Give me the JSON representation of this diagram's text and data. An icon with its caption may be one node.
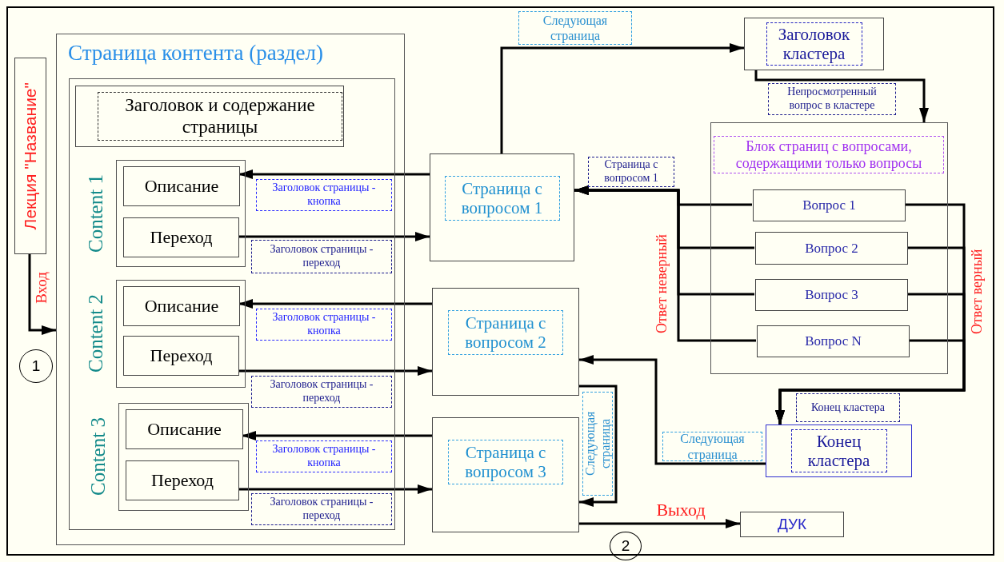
{
  "diagram": {
    "nodes": [
      {
        "text": [
          "Лекция \"Название\""
        ]
      },
      {
        "text": [
          "Страница контента (раздел)"
        ]
      },
      {
        "text": [],
        "shape": "box",
        "in": 1
      },
      {
        "text": [
          "Заголовок и содержание страницы"
        ],
        "in": 2
      },
      {
        "text": [
          "Content 1"
        ],
        "in": 2
      },
      {
        "text": [
          "Описание"
        ],
        "in": 4
      },
      {
        "text": [
          "Переход"
        ],
        "in": 4
      },
      {
        "text": [
          "Content 2"
        ],
        "in": 2
      },
      {
        "text": [
          "Описание"
        ],
        "in": 7
      },
      {
        "text": [
          "Переход"
        ],
        "in": 7
      },
      {
        "text": [
          "Content 3"
        ],
        "in": 2
      },
      {
        "text": [
          "Описание"
        ],
        "in": 10
      },
      {
        "text": [
          "Переход"
        ],
        "in": 10
      },
      {
        "text": [
          "Страница с вопросом 1"
        ]
      },
      {
        "text": [
          "Страница с вопросом 2"
        ]
      },
      {
        "text": [
          "Страница с вопросом 3"
        ]
      },
      {
        "text": [
          "Заголовок кластера"
        ]
      },
      {
        "text": [
          "Блок страниц с вопросами, содержащими только вопросы"
        ]
      },
      {
        "text": [
          "Вопрос 1"
        ],
        "in": 17
      },
      {
        "text": [
          "Вопрос 2"
        ],
        "in": 17
      },
      {
        "text": [
          "Вопрос 3"
        ],
        "in": 17
      },
      {
        "text": [
          "Вопрос N"
        ],
        "in": 17
      },
      {
        "text": [
          "Конец кластера"
        ]
      },
      {
        "text": [
          "ДУК"
        ]
      },
      {
        "text": [
          "1"
        ]
      },
      {
        "text": [
          "2"
        ]
      }
    ],
    "edges": [
      {
        "from": 0,
        "to": 1,
        "arrow": "to",
        "label": "Вход"
      },
      {
        "from": 13,
        "to": 5,
        "arrow": "to",
        "label": "Заголовок страницы - кнопка"
      },
      {
        "from": 6,
        "to": 13,
        "arrow": "to",
        "label": "Заголовок страницы - переход"
      },
      {
        "from": 14,
        "to": 8,
        "arrow": "to",
        "label": "Заголовок страницы - кнопка"
      },
      {
        "from": 9,
        "to": 14,
        "arrow": "to",
        "label": "Заголовок страницы - переход"
      },
      {
        "from": 15,
        "to": 11,
        "arrow": "to",
        "label": "Заголовок страницы - кнопка"
      },
      {
        "from": 12,
        "to": 15,
        "arrow": "to",
        "label": "Заголовок страницы - переход"
      },
      {
        "from": 13,
        "to": 16,
        "arrow": "to",
        "label": "Следующая страница"
      },
      {
        "from": 16,
        "to": 17,
        "arrow": "to",
        "label": "Непросмотренный вопрос в кластере"
      },
      {
        "from": 18,
        "to": 13,
        "arrow": "to",
        "label": "Страница с вопросом 1"
      },
      {
        "from": 19,
        "to": 13,
        "arrow": "to"
      },
      {
        "from": 20,
        "to": 13,
        "arrow": "to"
      },
      {
        "from": 21,
        "to": 13,
        "arrow": "to"
      },
      {
        "from": 18,
        "to": 22,
        "arrow": "to",
        "label": "Конец кластера"
      },
      {
        "from": 19,
        "to": 22,
        "arrow": "to"
      },
      {
        "from": 20,
        "to": 22,
        "arrow": "to"
      },
      {
        "from": 21,
        "to": 22,
        "arrow": "to"
      },
      {
        "from": 22,
        "to": 14,
        "arrow": "to",
        "label": "Следующая страница"
      },
      {
        "from": 14,
        "to": 15,
        "arrow": "to",
        "label": "Следующая страница"
      },
      {
        "from": 15,
        "to": 23,
        "arrow": "to",
        "label": "Выход"
      }
    ],
    "labels": [
      "Ответ неверный",
      "Ответ верный"
    ]
  }
}
